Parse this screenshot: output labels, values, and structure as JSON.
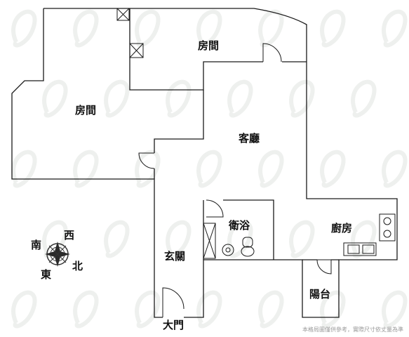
{
  "rooms": {
    "bedroom_top": "房間",
    "bedroom_left": "房間",
    "living_room": "客廳",
    "bathroom": "衛浴",
    "kitchen": "廚房",
    "foyer": "玄關",
    "balcony": "陽台",
    "main_door": "大門"
  },
  "compass": {
    "south": "南",
    "west": "西",
    "east": "東",
    "north": "北"
  },
  "disclaimer": "本格局圖僅供參考，實際尺寸依丈量為準",
  "colors": {
    "wall": "#1a1a1a",
    "watermark": "#eef0ee",
    "background": "#ffffff"
  }
}
